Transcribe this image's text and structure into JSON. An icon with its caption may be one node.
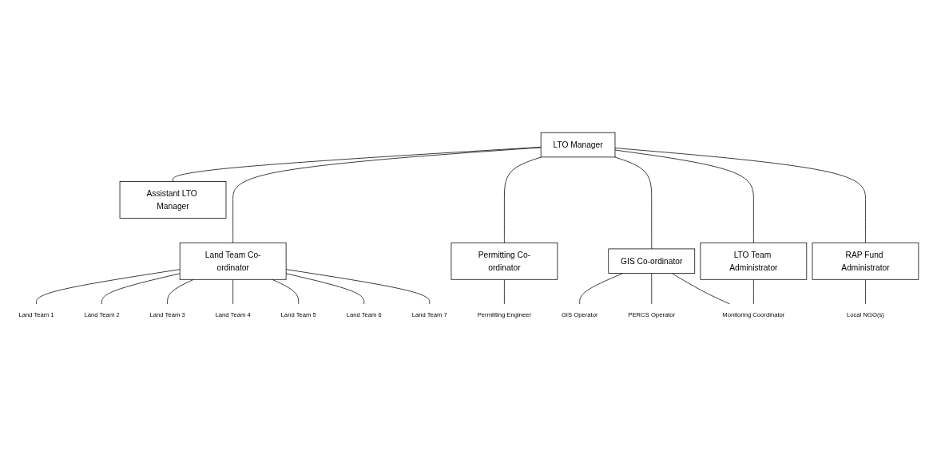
{
  "diagram": {
    "nodes": [
      {
        "text": [
          "LTO Manager"
        ]
      },
      {
        "text": [
          "Assistant LTO Manager"
        ]
      },
      {
        "text": [
          "Land Team Co-ordinator"
        ]
      },
      {
        "text": [
          "Permitting Co-ordinator"
        ]
      },
      {
        "text": [
          "GIS Co-ordinator"
        ]
      },
      {
        "text": [
          "LTO Team Administrator"
        ]
      },
      {
        "text": [
          "RAP Fund Administrator"
        ]
      },
      {
        "text": [
          "Land Team 1"
        ]
      },
      {
        "text": [
          "Land Team 2"
        ]
      },
      {
        "text": [
          "Land Team 3"
        ]
      },
      {
        "text": [
          "Land Team 4"
        ]
      },
      {
        "text": [
          "Land Team 5"
        ]
      },
      {
        "text": [
          "Land Team 6"
        ]
      },
      {
        "text": [
          "Land Team 7"
        ]
      },
      {
        "text": [
          "Permitting Engineer"
        ]
      },
      {
        "text": [
          "GIS Operator"
        ]
      },
      {
        "text": [
          "PERCS Operator"
        ]
      },
      {
        "text": [
          "Monitoring Coordinator"
        ]
      },
      {
        "text": [
          "Local NGO(s)"
        ]
      }
    ],
    "edges": [
      {
        "from": 0,
        "to": 1,
        "arrow": "none"
      },
      {
        "from": 0,
        "to": 2,
        "arrow": "none"
      },
      {
        "from": 0,
        "to": 3,
        "arrow": "none"
      },
      {
        "from": 0,
        "to": 4,
        "arrow": "none"
      },
      {
        "from": 0,
        "to": 5,
        "arrow": "none"
      },
      {
        "from": 0,
        "to": 6,
        "arrow": "none"
      },
      {
        "from": 2,
        "to": 7,
        "arrow": "none"
      },
      {
        "from": 2,
        "to": 8,
        "arrow": "none"
      },
      {
        "from": 2,
        "to": 9,
        "arrow": "none"
      },
      {
        "from": 2,
        "to": 10,
        "arrow": "none"
      },
      {
        "from": 2,
        "to": 11,
        "arrow": "none"
      },
      {
        "from": 2,
        "to": 12,
        "arrow": "none"
      },
      {
        "from": 2,
        "to": 13,
        "arrow": "none"
      },
      {
        "from": 3,
        "to": 14,
        "arrow": "none"
      },
      {
        "from": 4,
        "to": 15,
        "arrow": "none"
      },
      {
        "from": 4,
        "to": 16,
        "arrow": "none"
      },
      {
        "from": 4,
        "to": 17,
        "arrow": "none"
      },
      {
        "from": 5,
        "to": 17,
        "arrow": "none"
      },
      {
        "from": 6,
        "to": 18,
        "arrow": "none"
      }
    ]
  }
}
